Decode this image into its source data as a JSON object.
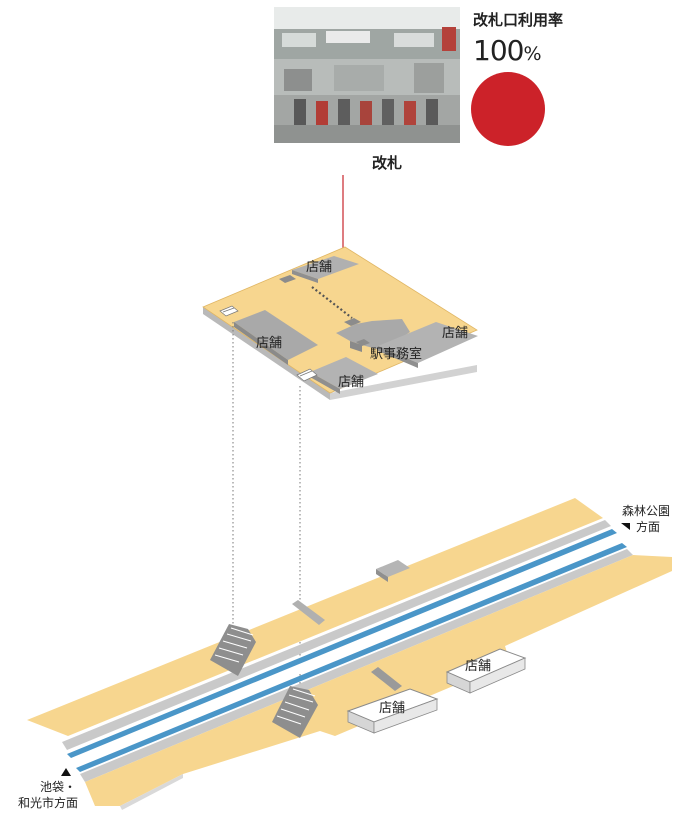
{
  "header": {
    "rate_title": "改札口利用率",
    "rate_value": "100",
    "rate_unit": "%",
    "gate_label": "改札"
  },
  "concourse": {
    "store_1": "店舗",
    "store_2": "店舗",
    "store_3": "店舗",
    "store_4": "店舗",
    "station_office": "駅事務室"
  },
  "platform": {
    "store_1": "店舗",
    "store_2": "店舗",
    "direction_east_line1": "森林公園",
    "direction_east_line2": "方面",
    "direction_west_line1": "池袋・",
    "direction_west_line2": "和光市方面"
  },
  "colors": {
    "floor": "#f7d68f",
    "floor_edge": "#c9c9c9",
    "block": "#a9a9a9",
    "track": "#4a96c8",
    "accent_red": "#cc2229",
    "leader_line": "#c8252c"
  },
  "gate_usage_rate": 1.0
}
